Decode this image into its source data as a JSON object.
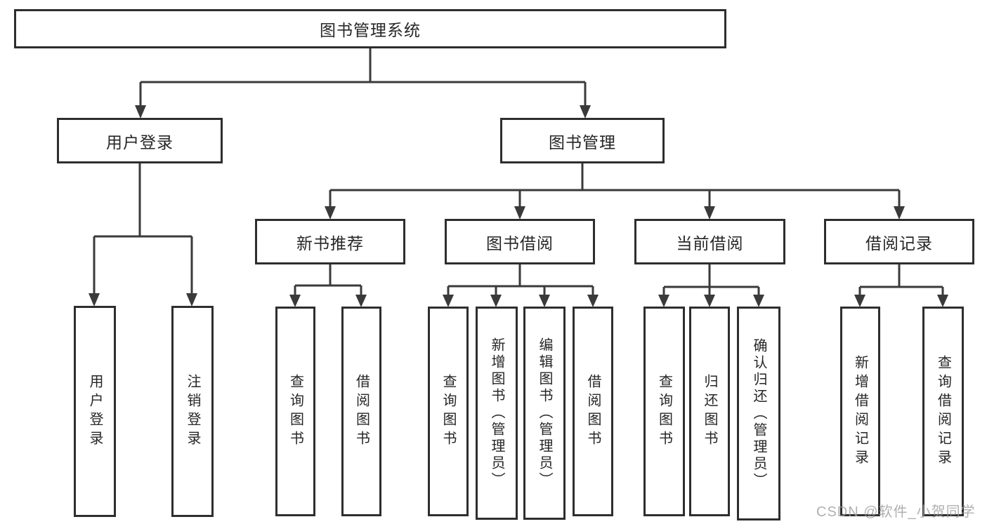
{
  "diagram": {
    "root": {
      "label": "图书管理系统"
    },
    "branches": [
      {
        "label": "用户登录",
        "children": [
          {
            "label": "用户登录"
          },
          {
            "label": "注销登录"
          }
        ]
      },
      {
        "label": "图书管理",
        "children": [
          {
            "label": "新书推荐",
            "children": [
              {
                "label": "查询图书"
              },
              {
                "label": "借阅图书"
              }
            ]
          },
          {
            "label": "图书借阅",
            "children": [
              {
                "label": "查询图书"
              },
              {
                "label": "新增图书（管理员）"
              },
              {
                "label": "编辑图书（管理员）"
              },
              {
                "label": "借阅图书"
              }
            ]
          },
          {
            "label": "当前借阅",
            "children": [
              {
                "label": "查询图书"
              },
              {
                "label": "归还图书"
              },
              {
                "label": "确认归还（管理员）"
              }
            ]
          },
          {
            "label": "借阅记录",
            "children": [
              {
                "label": "新增借阅记录"
              },
              {
                "label": "查询借阅记录"
              }
            ]
          }
        ]
      }
    ],
    "watermark": "CSDN @软件_小贺同学",
    "colors": {
      "line": "#3a3a3a",
      "box_border": "#2e2e2e",
      "box_background": "#ffffff",
      "text": "#262626",
      "watermark": "#9d9d9d"
    }
  }
}
